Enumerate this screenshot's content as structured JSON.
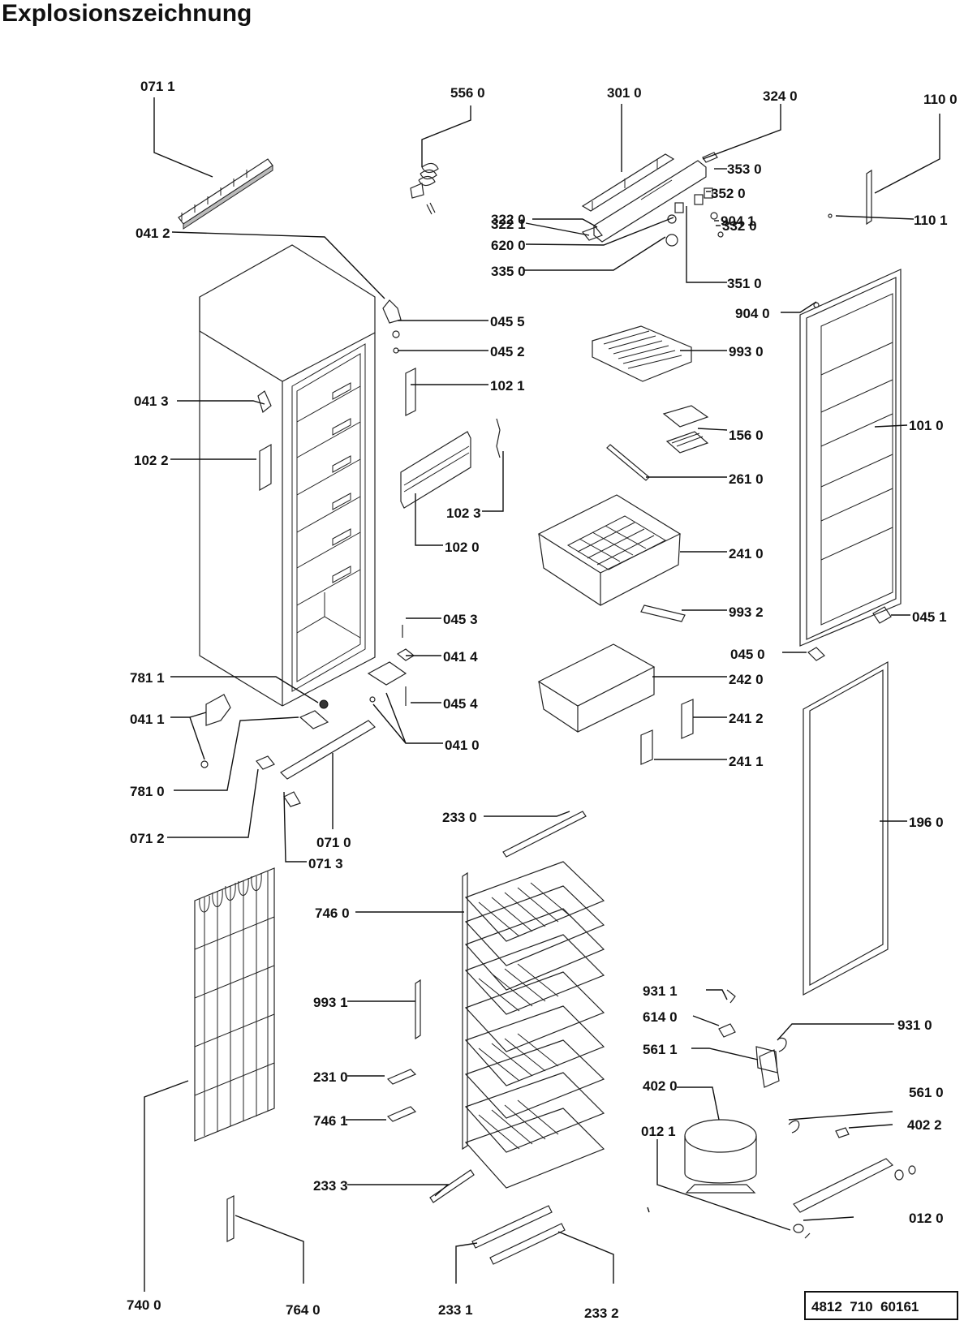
{
  "title": "Explosionszeichnung",
  "doc_number": "4812  710  60161",
  "labels": {
    "p0711": "071 1",
    "p5560": "556 0",
    "p3010": "301 0",
    "p3240": "324 0",
    "p1100": "110 0",
    "p3530": "353 0",
    "p3520": "352 0",
    "p3220": "322 0",
    "p9041": "904 1",
    "p3221": "322 1",
    "p3320": "332 0",
    "p1101": "110 1",
    "p6200": "620 0",
    "p3510": "351 0",
    "p3350": "335 0",
    "p0412": "041 2",
    "p9040": "904 0",
    "p0455": "045 5",
    "p0452": "045 2",
    "p9930": "993 0",
    "p1021": "102 1",
    "p0413": "041 3",
    "p1010": "101 0",
    "p1560": "156 0",
    "p1022": "102 2",
    "p2610": "261 0",
    "p1023": "102 3",
    "p1020": "102 0",
    "p2410": "241 0",
    "p9932": "993 2",
    "p0453": "045 3",
    "p0451": "045 1",
    "p0414": "041 4",
    "p0450": "045 0",
    "p7811": "781 1",
    "p0454": "045 4",
    "p2420": "242 0",
    "p0411": "041 1",
    "p2412": "241 2",
    "p0410": "041 0",
    "p2411": "241 1",
    "p7810": "781 0",
    "p2330": "233 0",
    "p0712": "071 2",
    "p0710": "071 0",
    "p1960": "196 0",
    "p0713": "071 3",
    "p7460": "746 0",
    "p9311": "931 1",
    "p9931": "993 1",
    "p6140": "614 0",
    "p9310": "931 0",
    "p5611": "561 1",
    "p2310": "231 0",
    "p4020": "402 0",
    "p5610": "561 0",
    "p7461": "746 1",
    "p4022": "402 2",
    "p0121": "012 1",
    "p2333": "233 3",
    "p0120": "012 0",
    "p7400": "740 0",
    "p7640": "764 0",
    "p2331": "233 1",
    "p2332": "233 2"
  }
}
